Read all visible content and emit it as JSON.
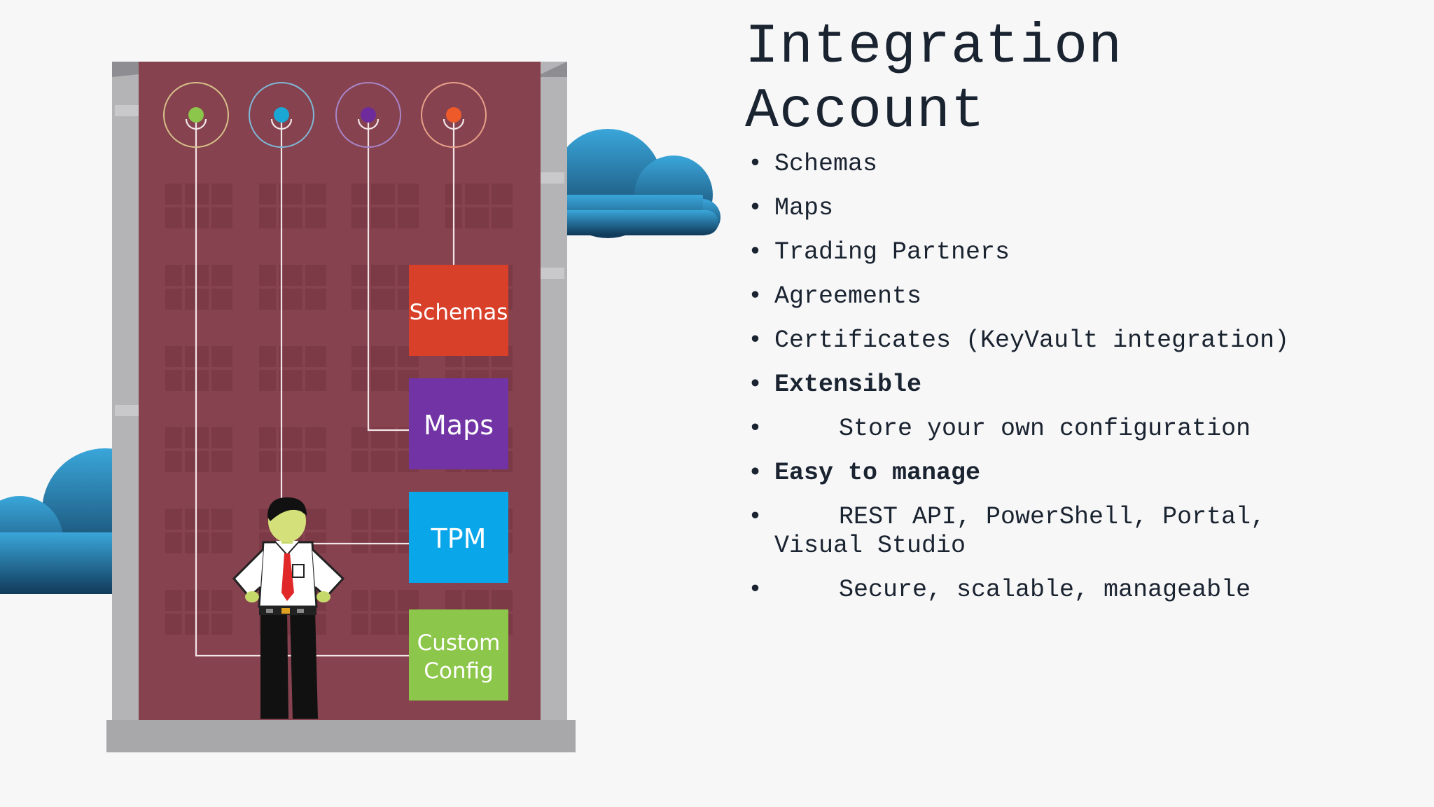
{
  "title": {
    "line1": "Integration",
    "line2": "Account"
  },
  "bullets": [
    {
      "text": "Schemas",
      "style": "normal"
    },
    {
      "text": "Maps",
      "style": "normal"
    },
    {
      "text": "Trading Partners",
      "style": "normal"
    },
    {
      "text": "Agreements",
      "style": "normal"
    },
    {
      "text": "Certificates (KeyVault integration)",
      "style": "normal"
    },
    {
      "text": "Extensible",
      "style": "bold"
    },
    {
      "text": "Store your own configuration",
      "style": "sub"
    },
    {
      "text": "Easy to manage",
      "style": "bold"
    },
    {
      "text": "REST API, PowerShell, Portal,",
      "text2": "Visual Studio",
      "style": "sub"
    },
    {
      "text": "Secure, scalable, manageable",
      "style": "sub"
    }
  ],
  "tiles": {
    "schemas": {
      "label": "Schemas",
      "color": "#d9402a"
    },
    "maps": {
      "label": "Maps",
      "color": "#7233a5"
    },
    "tpm": {
      "label": "TPM",
      "color": "#09a6ea"
    },
    "custom": {
      "line1": "Custom",
      "line2": "Config",
      "color": "#8cc64a"
    }
  },
  "colors": {
    "building": "#86434f",
    "building_pillar": "#b4b4b7",
    "base": "#a8a8ab",
    "cloud_top": "#3aa0d4",
    "cloud_bottom": "#123d5e",
    "pin_green": "#8cc64a",
    "pin_blue": "#1aa7d6",
    "pin_purple": "#6d2b9c",
    "pin_orange": "#ee5a2a"
  }
}
